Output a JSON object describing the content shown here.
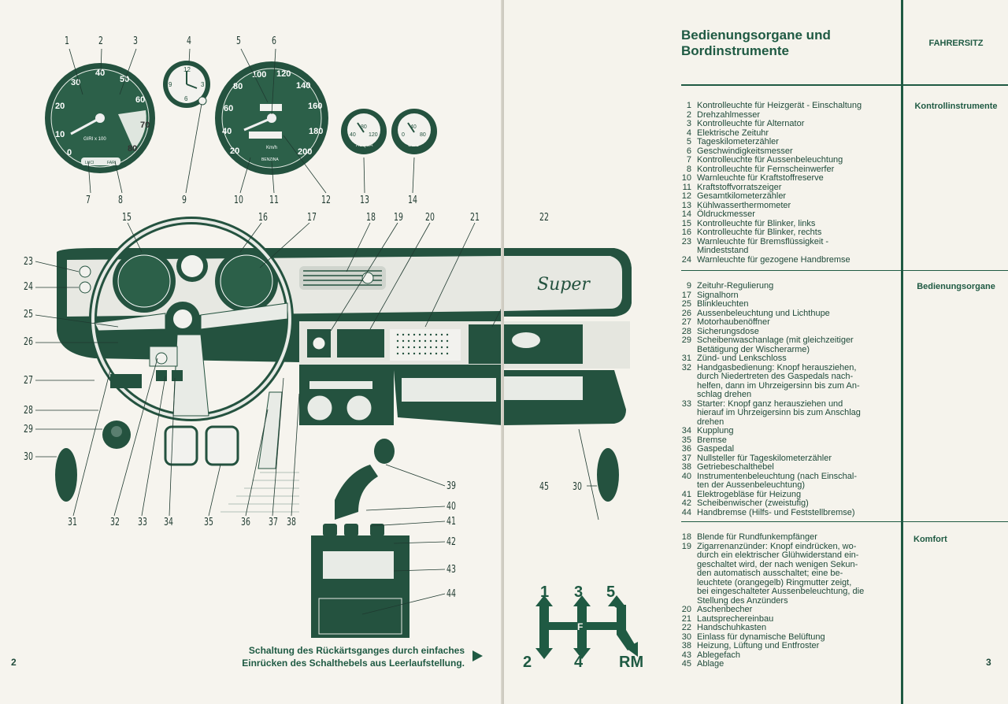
{
  "left_page": {
    "callouts_top": [
      "1",
      "2",
      "3",
      "4",
      "5",
      "6",
      "7",
      "8",
      "9",
      "10",
      "11",
      "12",
      "13",
      "14"
    ],
    "callouts_mid": [
      "15",
      "16",
      "17",
      "18",
      "19",
      "20",
      "21",
      "22"
    ],
    "callouts_left": [
      "23",
      "24",
      "25",
      "26",
      "27",
      "28",
      "29",
      "30"
    ],
    "callouts_bottom": [
      "31",
      "32",
      "33",
      "34",
      "35",
      "36",
      "37",
      "38"
    ],
    "callouts_shifter": [
      "39",
      "40",
      "41",
      "42",
      "43",
      "44"
    ],
    "callout_45": "45",
    "callout_30b": "30",
    "gauge_labels": {
      "rpm_scale": [
        "0",
        "10",
        "20",
        "30",
        "40",
        "50",
        "60",
        "70",
        "80"
      ],
      "rpm_unit": "GIRI x 100",
      "speed_scale": [
        "20",
        "40",
        "60",
        "80",
        "100",
        "120",
        "140",
        "160",
        "180",
        "200"
      ],
      "speed_unit": "Km/h",
      "fuel": "BENZINA",
      "acqua": "ACQUA",
      "acqua_scale": [
        "40",
        "80",
        "120"
      ],
      "olio": "OLIO",
      "olio_scale": [
        "0",
        "40",
        "80"
      ],
      "luci": "LUCI",
      "fari": "FARI",
      "clock": [
        "12",
        "3",
        "6",
        "9"
      ]
    },
    "super_badge": "Super",
    "gear_labels": [
      "1",
      "3",
      "5",
      "2",
      "4",
      "RM"
    ],
    "caption_line1": "Schaltung des Rückärtsganges durch einfaches",
    "caption_line2": "Einrücken des Schalthebels aus Leerlaufstellung.",
    "page_number": "2"
  },
  "right_page": {
    "title_line1": "Bedienungsorgane und",
    "title_line2": "Bordinstrumente",
    "section_header": "FAHRERSITZ",
    "sections": [
      {
        "heading": "Kontrollinstrumente",
        "items": [
          {
            "n": "1",
            "t": "Kontrolleuchte für Heizgerät - Einschaltung"
          },
          {
            "n": "2",
            "t": "Drehzahlmesser"
          },
          {
            "n": "3",
            "t": "Kontrolleuchte für Alternator"
          },
          {
            "n": "4",
            "t": "Elektrische Zeituhr"
          },
          {
            "n": "5",
            "t": "Tageskilometerzähler"
          },
          {
            "n": "6",
            "t": "Geschwindigkeitsmesser"
          },
          {
            "n": "7",
            "t": "Kontrolleuchte für Aussenbeleuchtung"
          },
          {
            "n": "8",
            "t": "Kontrolleuchte für Fernscheinwerfer"
          },
          {
            "n": "10",
            "t": "Warnleuchte für Kraftstoffreserve"
          },
          {
            "n": "11",
            "t": "Kraftstoffvorratszeiger"
          },
          {
            "n": "12",
            "t": "Gesamtkilometerzähler"
          },
          {
            "n": "13",
            "t": "Kühlwasserthermometer"
          },
          {
            "n": "14",
            "t": "Öldruckmesser"
          },
          {
            "n": "15",
            "t": "Kontrolleuchte für Blinker, links"
          },
          {
            "n": "16",
            "t": "Kontrolleuchte für Blinker, rechts"
          },
          {
            "n": "23",
            "t": "Warnleuchte für Bremsflüssigkeit -"
          },
          {
            "n": "",
            "t": "Mindeststand"
          },
          {
            "n": "24",
            "t": "Warnleuchte für gezogene Handbremse"
          }
        ]
      },
      {
        "heading": "Bedienungsorgane",
        "items": [
          {
            "n": "9",
            "t": "Zeituhr-Regulierung"
          },
          {
            "n": "17",
            "t": "Signalhorn"
          },
          {
            "n": "25",
            "t": "Blinkleuchten"
          },
          {
            "n": "26",
            "t": "Aussenbeleuchtung und Lichthupe"
          },
          {
            "n": "27",
            "t": "Motorhaubenöffner"
          },
          {
            "n": "28",
            "t": "Sicherungsdose"
          },
          {
            "n": "29",
            "t": "Scheibenwaschanlage (mit gleichzeitiger"
          },
          {
            "n": "",
            "t": "Betätigung der Wischerarme)"
          },
          {
            "n": "31",
            "t": "Zünd- und Lenkschloss"
          },
          {
            "n": "32",
            "t": "Handgasbedienung: Knopf herausziehen,"
          },
          {
            "n": "",
            "t": "durch Niedertreten des Gaspedals nach-"
          },
          {
            "n": "",
            "t": "helfen, dann im Uhrzeigersinn bis zum An-"
          },
          {
            "n": "",
            "t": "schlag drehen"
          },
          {
            "n": "33",
            "t": "Starter: Knopf ganz herausziehen und"
          },
          {
            "n": "",
            "t": "hierauf im Uhrzeigersinn bis zum Anschlag"
          },
          {
            "n": "",
            "t": "drehen"
          },
          {
            "n": "34",
            "t": "Kupplung"
          },
          {
            "n": "35",
            "t": "Bremse"
          },
          {
            "n": "36",
            "t": "Gaspedal"
          },
          {
            "n": "37",
            "t": "Nullsteller für Tageskilometerzähler"
          },
          {
            "n": "38",
            "t": "Getriebeschalthebel"
          },
          {
            "n": "40",
            "t": "Instrumentenbeleuchtung (nach Einschal-"
          },
          {
            "n": "",
            "t": "ten der Aussenbeleuchtung)"
          },
          {
            "n": "41",
            "t": "Elektrogebläse für Heizung"
          },
          {
            "n": "42",
            "t": "Scheibenwischer (zweistufig)"
          },
          {
            "n": "44",
            "t": "Handbremse (Hilfs- und Feststellbremse)"
          }
        ]
      },
      {
        "heading": "Komfort",
        "items": [
          {
            "n": "18",
            "t": "Blende für Rundfunkempfänger"
          },
          {
            "n": "19",
            "t": "Zigarrenanzünder: Knopf eindrücken, wo-"
          },
          {
            "n": "",
            "t": "durch ein elektrischer Glühwiderstand ein-"
          },
          {
            "n": "",
            "t": "geschaltet wird, der nach wenigen Sekun-"
          },
          {
            "n": "",
            "t": "den automatisch ausschaltet; eine be-"
          },
          {
            "n": "",
            "t": "leuchtete (orangegelb) Ringmutter zeigt,"
          },
          {
            "n": "",
            "t": "bei eingeschalteter Aussenbeleuchtung, die"
          },
          {
            "n": "",
            "t": "Stellung des Anzünders"
          },
          {
            "n": "20",
            "t": "Aschenbecher"
          },
          {
            "n": "21",
            "t": "Lautsprechereinbau"
          },
          {
            "n": "22",
            "t": "Handschuhkasten"
          },
          {
            "n": "30",
            "t": "Einlass für dynamische Belüftung"
          },
          {
            "n": "38",
            "t": "Heizung, Lüftung und Entfroster"
          },
          {
            "n": "43",
            "t": "Ablegefach"
          },
          {
            "n": "45",
            "t": "Ablage"
          }
        ]
      }
    ],
    "page_number": "3"
  },
  "colors": {
    "ink": "#1f5a43",
    "paper": "#f5f3ec"
  }
}
